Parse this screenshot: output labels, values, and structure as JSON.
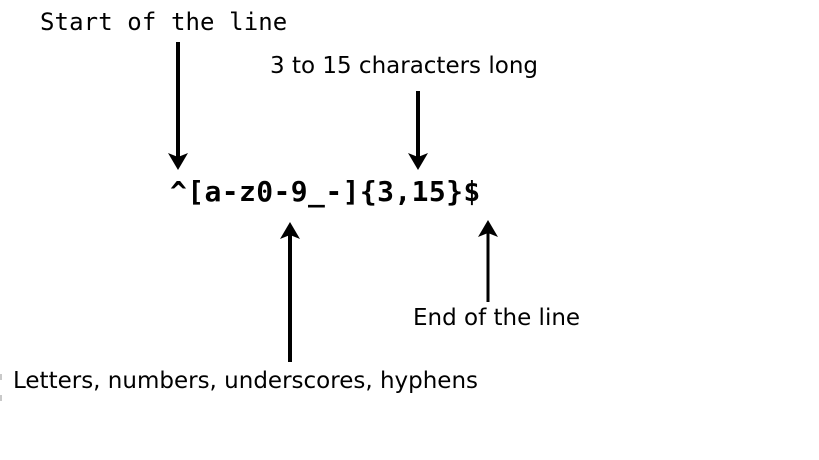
{
  "colors": {
    "background": "#ffffff",
    "ink": "#000000"
  },
  "regex": {
    "pattern": "^[a-z0-9_-]{3,15}$"
  },
  "annotations": {
    "start_of_line": {
      "label": "Start of the line",
      "points_to": "^",
      "arrow_direction": "down"
    },
    "length": {
      "label": "3 to 15 characters long",
      "points_to": "{3,15}",
      "arrow_direction": "down"
    },
    "character_set": {
      "label": "Letters, numbers, underscores, hyphens",
      "points_to": "[a-z0-9_-]",
      "arrow_direction": "up"
    },
    "end_of_line": {
      "label": "End of the line",
      "points_to": "$",
      "arrow_direction": "up"
    }
  }
}
